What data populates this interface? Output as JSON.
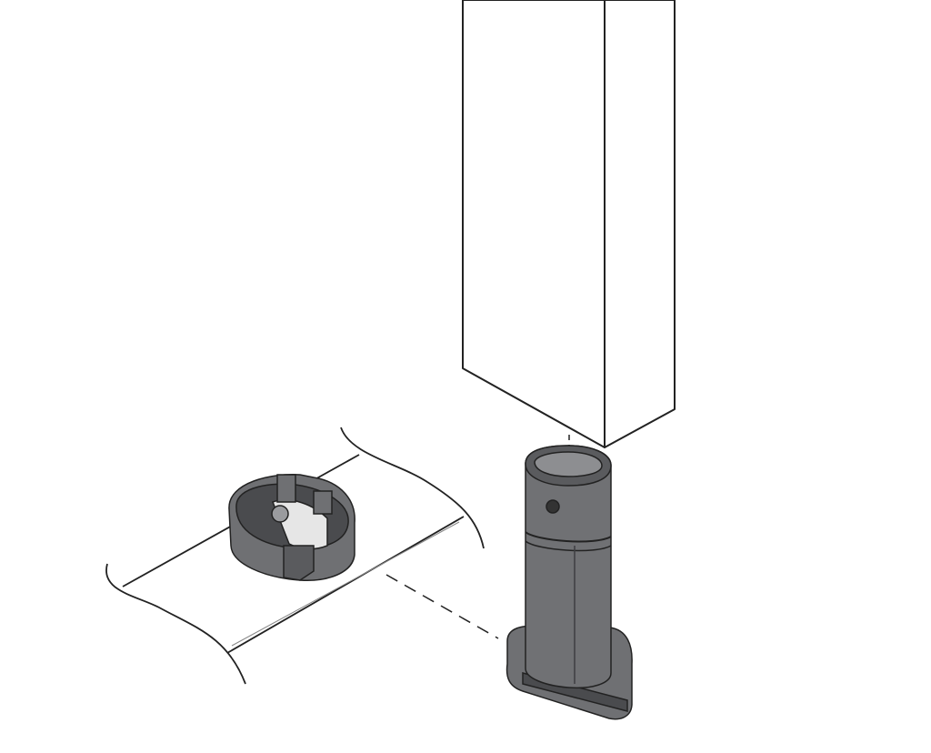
{
  "diagram": {
    "type": "assembly-illustration",
    "parts": [
      "square-leg-post",
      "floor-connector-clip",
      "oval-leg-foot",
      "floor-panel"
    ],
    "colors": {
      "line": "#222222",
      "part_fill": "#6f7073",
      "part_dark": "#4a4b4e",
      "part_light": "#9a9b9e",
      "metal": "#e6e6e6",
      "background": "#ffffff"
    }
  }
}
